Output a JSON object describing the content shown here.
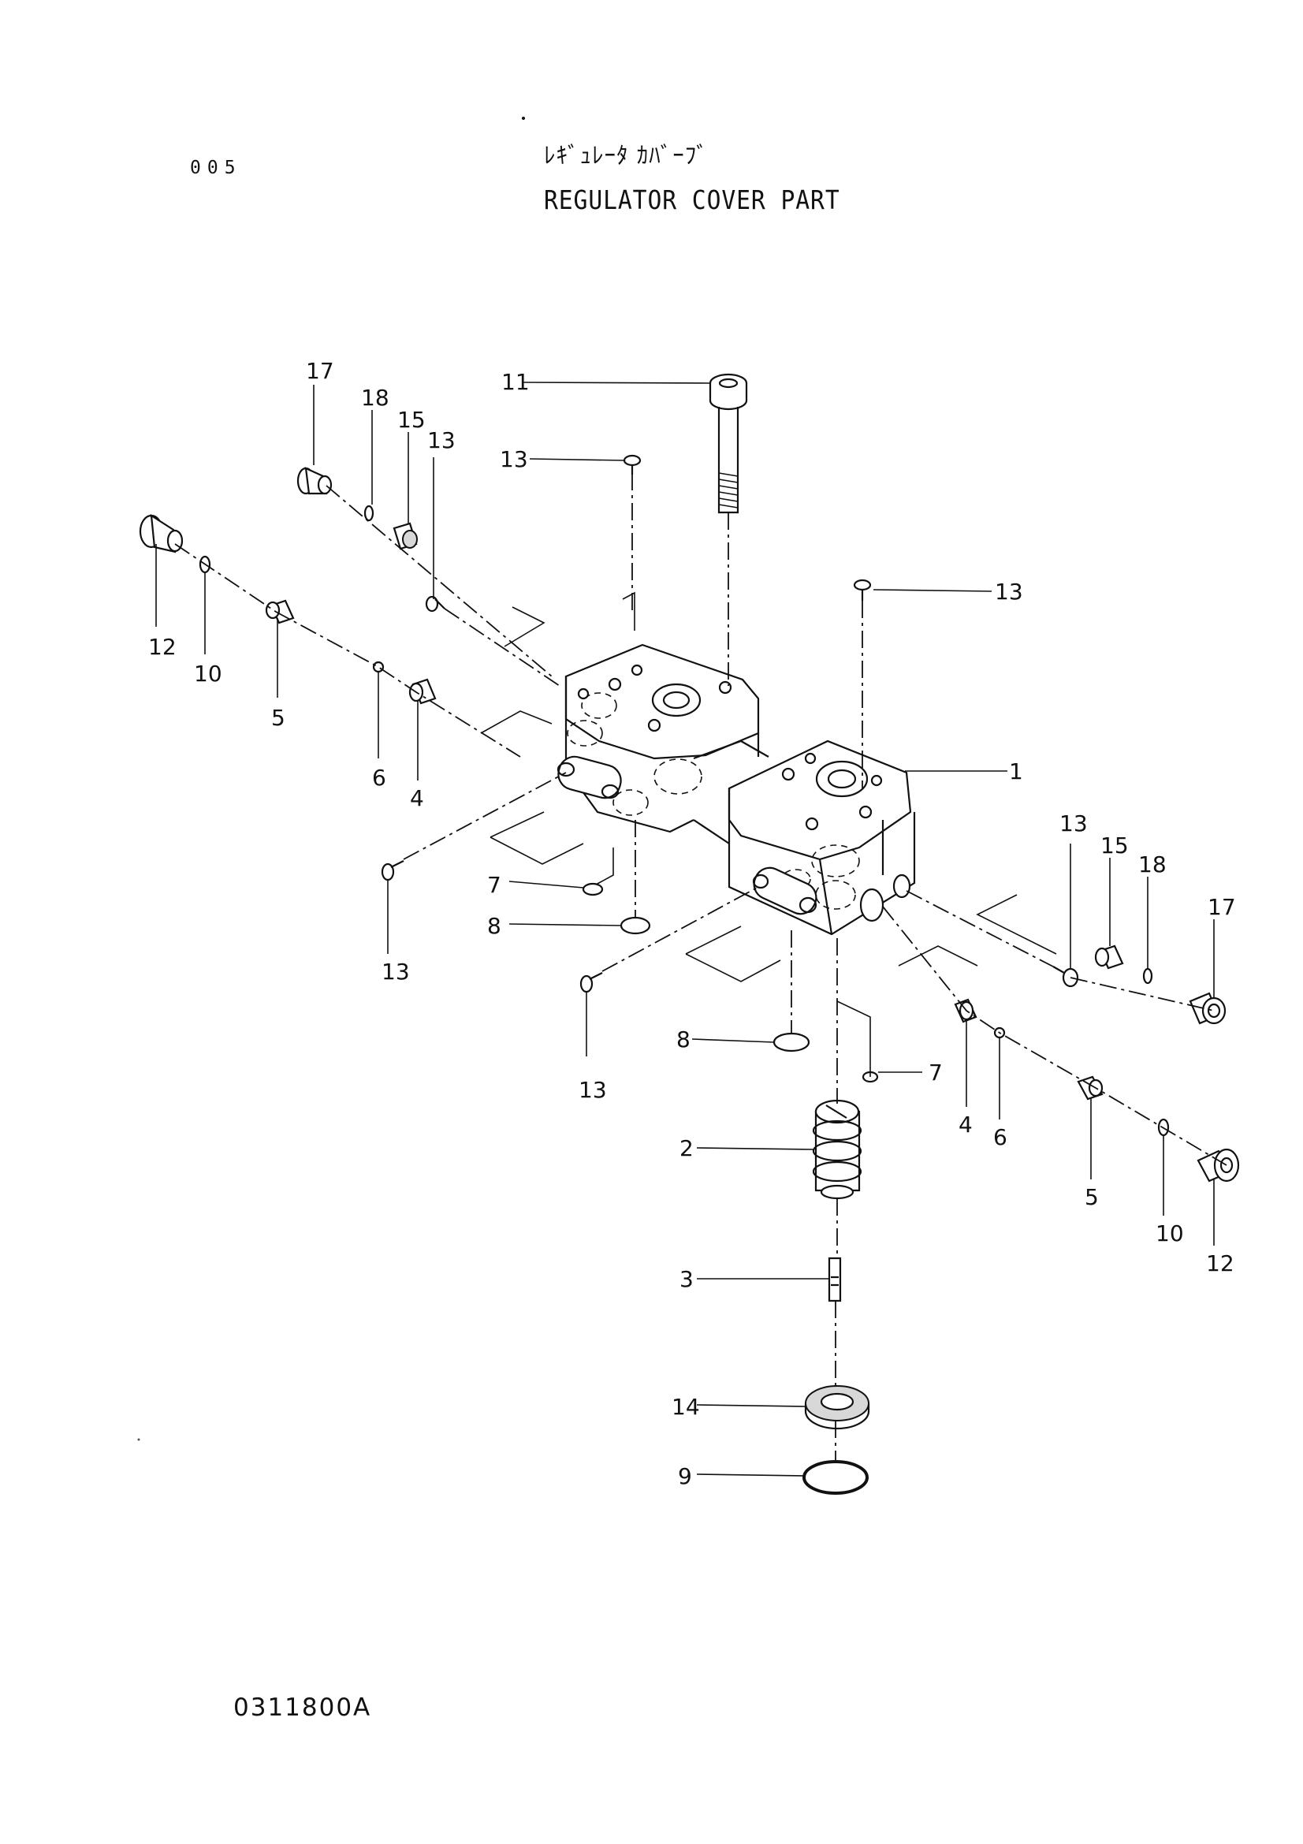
{
  "header": {
    "page_number": "005",
    "title_jp": "ﾚｷﾞｭﾚｰﾀ ｶﾊﾞｰﾌﾞ",
    "title_en": "REGULATOR COVER PART"
  },
  "footer": {
    "drawing_code": "0311800A"
  },
  "callouts": [
    "17",
    "18",
    "15",
    "13",
    "11",
    "13",
    "12",
    "10",
    "5",
    "6",
    "4",
    "13",
    "1",
    "7",
    "8",
    "13",
    "13",
    "15",
    "18",
    "17",
    "8",
    "7",
    "13",
    "4",
    "6",
    "2",
    "5",
    "10",
    "12",
    "3",
    "14",
    "9"
  ]
}
